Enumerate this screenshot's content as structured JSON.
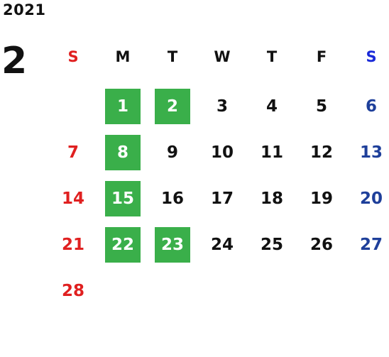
{
  "calendar": {
    "year": "2021",
    "month": "2",
    "weekdays": [
      "S",
      "M",
      "T",
      "W",
      "T",
      "F",
      "S"
    ],
    "weeks": [
      [
        "",
        "1",
        "2",
        "3",
        "4",
        "5",
        "6"
      ],
      [
        "7",
        "8",
        "9",
        "10",
        "11",
        "12",
        "13"
      ],
      [
        "14",
        "15",
        "16",
        "17",
        "18",
        "19",
        "20"
      ],
      [
        "21",
        "22",
        "23",
        "24",
        "25",
        "26",
        "27"
      ],
      [
        "28",
        "",
        "",
        "",
        "",
        "",
        ""
      ]
    ],
    "highlighted_days": [
      "1",
      "2",
      "8",
      "15",
      "22",
      "23"
    ],
    "colors": {
      "sunday": "#e02020",
      "saturday_header": "#1a2ad8",
      "saturday": "#1e3f9a",
      "highlight": "#3aaf4a",
      "text": "#111111"
    }
  }
}
